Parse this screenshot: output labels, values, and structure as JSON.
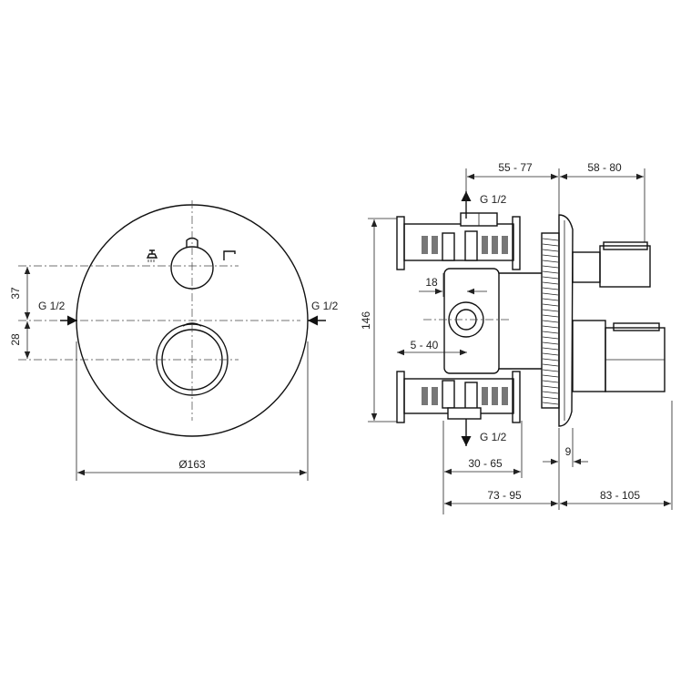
{
  "front_view": {
    "left_inlet": "G 1/2",
    "right_inlet": "G 1/2",
    "dim_upper_offset": "37",
    "dim_lower_offset": "28",
    "dim_diameter": "Ø163"
  },
  "side_view": {
    "top_outlet": "G 1/2",
    "bottom_outlet": "G 1/2",
    "dim_height": "146",
    "dim_top_body": "55 - 77",
    "dim_top_trim": "58 - 80",
    "dim_inlet_offset": "18",
    "dim_wall_range": "5 - 40",
    "dim_bottom_body": "30 - 65",
    "dim_plate": "9",
    "dim_total_body": "73 - 95",
    "dim_total_trim": "83 - 105"
  },
  "colors": {
    "line": "#111111",
    "fill": "#777777"
  }
}
